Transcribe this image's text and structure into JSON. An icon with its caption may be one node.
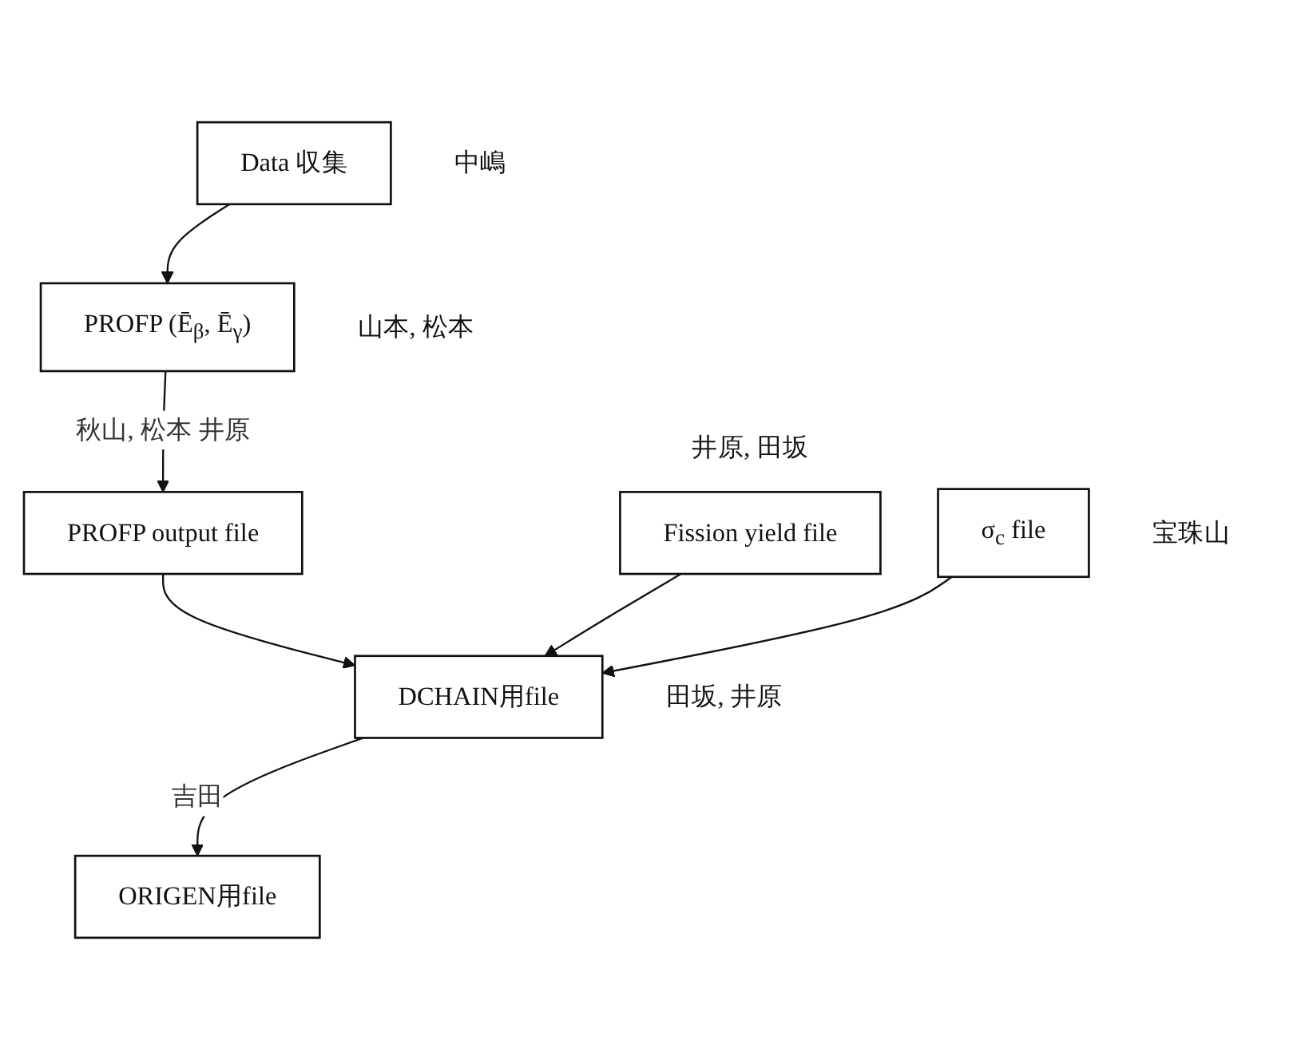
{
  "diagram": {
    "nodes": [
      {
        "text": [
          "Data 収集"
        ],
        "beside": [
          "中嶋"
        ]
      },
      {
        "text": [
          "PROFP (Ē$_{β}$, Ē$_{γ}$)"
        ],
        "beside": [
          "山本, 松本"
        ]
      },
      {
        "text": [
          "PROFP output file"
        ]
      },
      {
        "text": [
          "Fission yield file"
        ],
        "beside": [
          "井原, 田坂"
        ]
      },
      {
        "text": [
          "σ$_{c}$ file"
        ],
        "beside": [
          "宝珠山"
        ]
      },
      {
        "text": [
          "DCHAIN用file"
        ],
        "beside": [
          "田坂, 井原"
        ]
      },
      {
        "text": [
          "ORIGEN用file"
        ]
      }
    ],
    "edges": [
      {
        "from": 0,
        "to": 1,
        "arrow": "to"
      },
      {
        "from": 1,
        "to": 2,
        "arrow": "to",
        "label": "秋山, 松本 井原"
      },
      {
        "from": 2,
        "to": 5,
        "arrow": "to"
      },
      {
        "from": 3,
        "to": 5,
        "arrow": "to"
      },
      {
        "from": 4,
        "to": 5,
        "arrow": "to"
      },
      {
        "from": 5,
        "to": 6,
        "arrow": "to",
        "label": "吉田"
      }
    ]
  }
}
